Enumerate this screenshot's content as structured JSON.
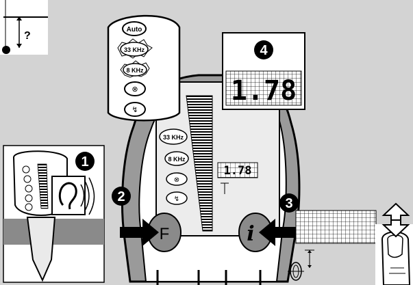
{
  "inset_depth": {
    "marker": "?"
  },
  "badges": {
    "b1": "1",
    "b2": "2",
    "b3": "3",
    "b4": "4"
  },
  "panel": {
    "auto_label": "Auto",
    "freq_high_label": "33 KHz",
    "freq_low_label": "8 KHz"
  },
  "device": {
    "freq_high_label": "33 KHz",
    "freq_low_label": "8 KHz",
    "f_button_label": "F",
    "i_button_label": "i"
  },
  "readouts": {
    "large_display": "1.78",
    "small_display": "1.78"
  },
  "icons": {
    "audio": "ear-icon",
    "finger": "finger-press-icon",
    "arrows": "up-down-arrows-icon",
    "target": "target-ring-icon"
  }
}
